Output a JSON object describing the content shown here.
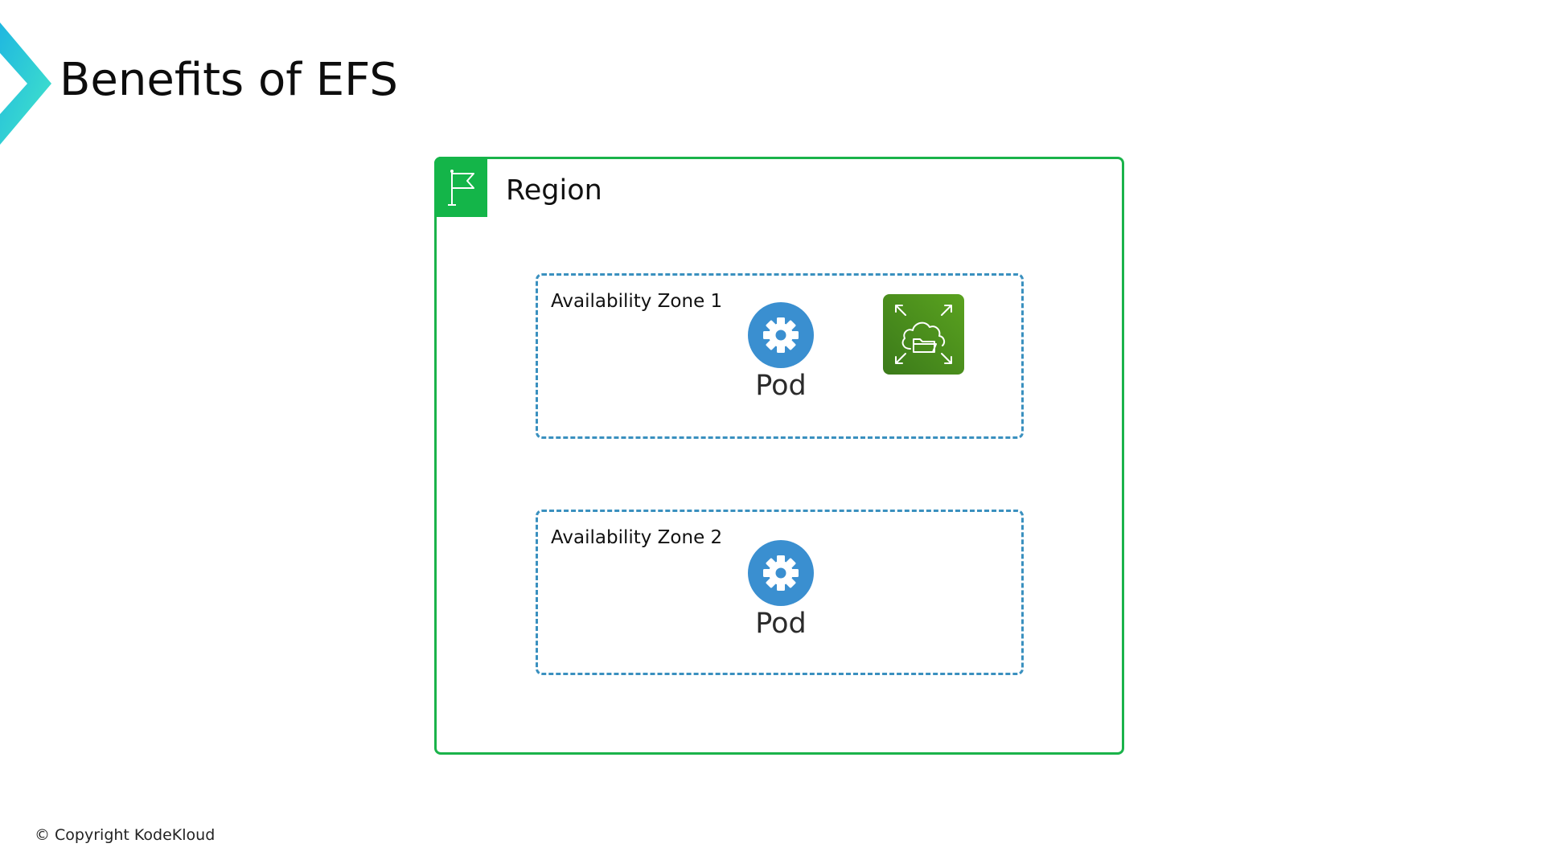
{
  "slide": {
    "title": "Benefits of EFS",
    "footer": "© Copyright KodeKloud"
  },
  "region": {
    "label": "Region",
    "icon": "flag-icon",
    "color": "#1ab34a"
  },
  "zones": [
    {
      "label": "Availability Zone 1",
      "pod_label": "Pod",
      "has_efs": true
    },
    {
      "label": "Availability Zone 2",
      "pod_label": "Pod",
      "has_efs": false
    }
  ],
  "icons": {
    "pod": "gear-icon",
    "efs": "efs-cloud-folder-icon",
    "logo": "kodekloud-chevron-logo"
  },
  "colors": {
    "pod_circle": "#3a8fd0",
    "zone_border": "#3a90bf",
    "efs_tile": "#4c8f1e"
  }
}
